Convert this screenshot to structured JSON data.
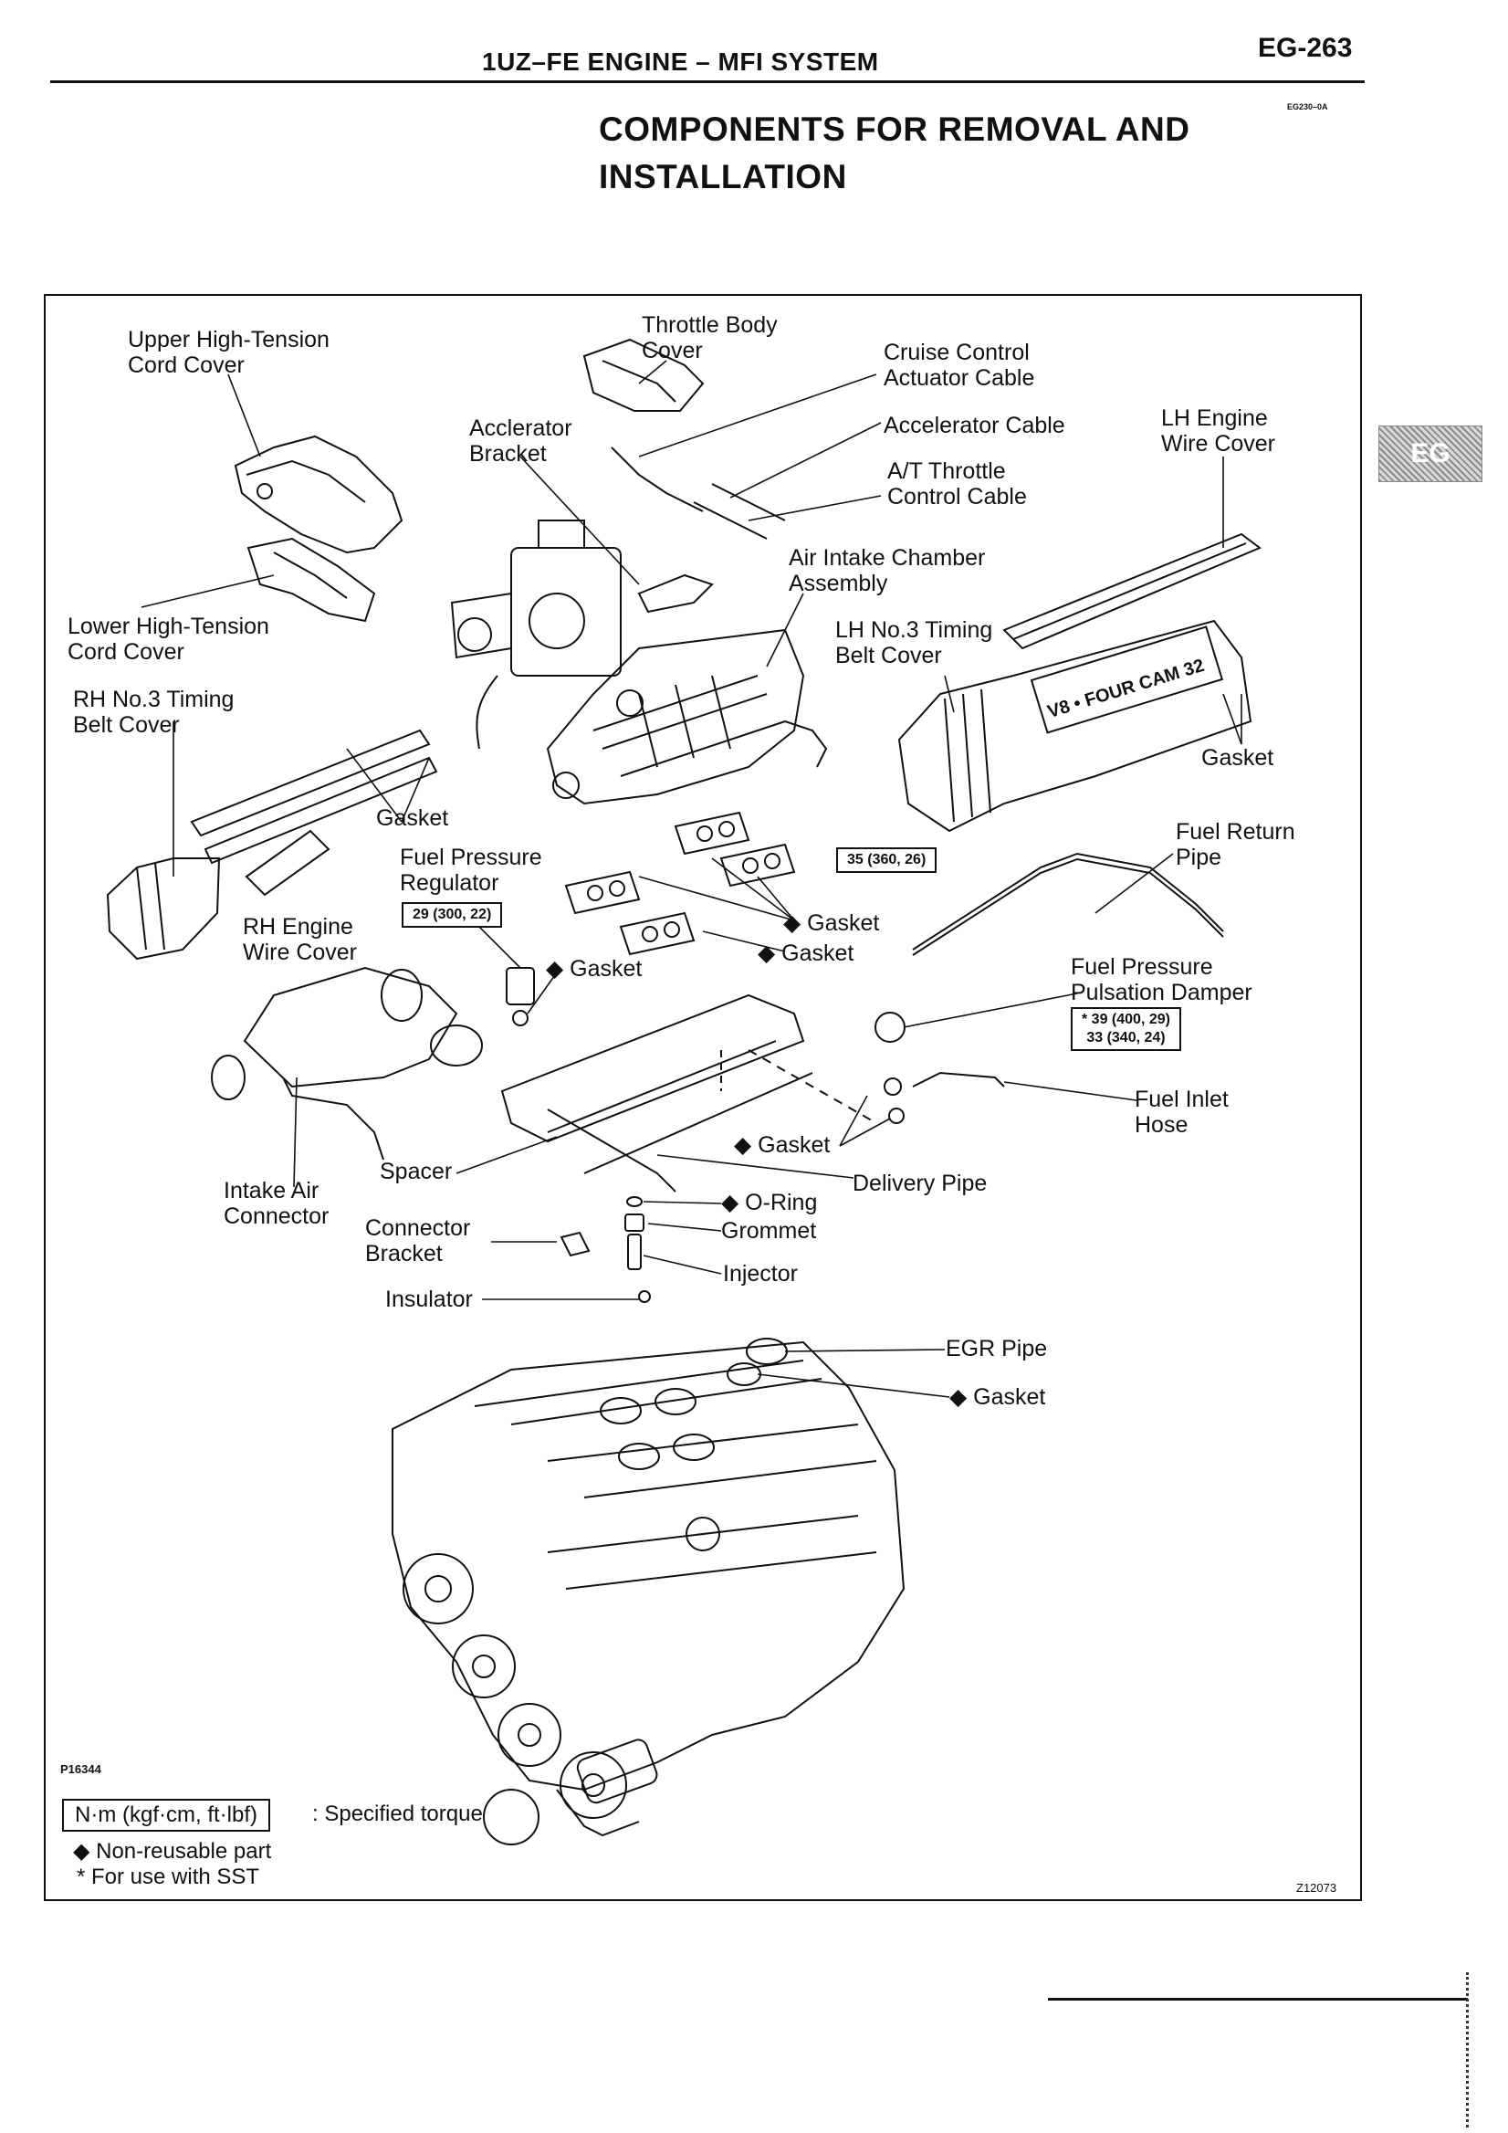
{
  "header": {
    "title": "1UZ–FE ENGINE – MFI SYSTEM",
    "page_number": "EG-263",
    "code": "EG230–0A",
    "side_tab": "EG"
  },
  "page": {
    "heading": "COMPONENTS FOR REMOVAL AND INSTALLATION"
  },
  "labels": {
    "upper_ht_cover": "Upper High-Tension\nCord Cover",
    "throttle_body_cover": "Throttle Body\nCover",
    "cruise_cable": "Cruise Control\nActuator Cable",
    "accel_bracket": "Acclerator\nBracket",
    "accel_cable": "Accelerator Cable",
    "lh_wire_cover": "LH Engine\nWire Cover",
    "at_cable": "A/T Throttle\nControl Cable",
    "air_intake_chamber": "Air Intake Chamber\nAssembly",
    "lower_ht_cover": "Lower High-Tension\nCord Cover",
    "lh_timing_cover": "LH No.3 Timing\nBelt Cover",
    "rh_timing_cover": "RH No.3 Timing\nBelt Cover",
    "gasket_right": "Gasket",
    "gasket_left": "Gasket",
    "fuel_return_pipe": "Fuel Return\nPipe",
    "fuel_pressure_regulator": "Fuel Pressure\nRegulator",
    "gasket_mid1": "◆ Gasket",
    "gasket_mid2": "◆ Gasket",
    "rh_wire_cover": "RH Engine\nWire Cover",
    "gasket_regulator": "◆ Gasket",
    "pulsation_damper": "Fuel Pressure\nPulsation Damper",
    "fuel_inlet_hose": "Fuel Inlet\nHose",
    "gasket_inlet": "◆ Gasket",
    "delivery_pipe": "Delivery Pipe",
    "spacer": "Spacer",
    "intake_air_connector": "Intake Air\nConnector",
    "o_ring": "◆ O-Ring",
    "grommet": "Grommet",
    "connector_bracket": "Connector\nBracket",
    "injector": "Injector",
    "insulator": "Insulator",
    "egr_pipe": "EGR Pipe",
    "gasket_egr": "◆ Gasket"
  },
  "torques": {
    "fuel_return": "35 (360, 26)",
    "regulator": "29 (300, 22)",
    "damper": "* 39 (400, 29)\n33 (340, 24)"
  },
  "engine_logo_text": "V8 • FOUR CAM 32",
  "figure_codes": {
    "left": "P16344",
    "right": "Z12073"
  },
  "legend": {
    "torque_unit": "N·m (kgf·cm, ft·lbf)",
    "torque_desc": ": Specified torque",
    "non_reusable": "◆ Non-reusable part",
    "sst": "* For use with SST"
  }
}
